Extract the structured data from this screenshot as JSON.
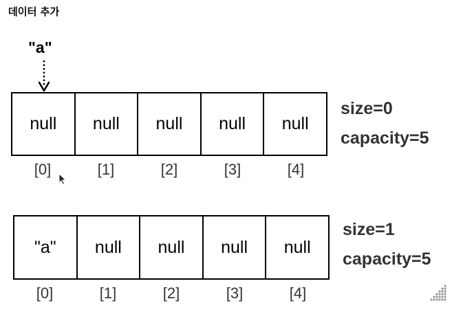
{
  "title": "데이터 추가",
  "incoming_value": "\"a\"",
  "before": {
    "cells": [
      "null",
      "null",
      "null",
      "null",
      "null"
    ],
    "indices": [
      "[0]",
      "[1]",
      "[2]",
      "[3]",
      "[4]"
    ],
    "size_label": "size=0",
    "capacity_label": "capacity=5"
  },
  "after": {
    "cells": [
      "\"a\"",
      "null",
      "null",
      "null",
      "null"
    ],
    "indices": [
      "[0]",
      "[1]",
      "[2]",
      "[3]",
      "[4]"
    ],
    "size_label": "size=1",
    "capacity_label": "capacity=5"
  },
  "icons": {
    "arrow": "dotted-down-arrow-icon",
    "cursor": "mouse-pointer-icon",
    "resize": "resize-handle-icon"
  },
  "colors": {
    "border": "#000000",
    "label": "#333333"
  }
}
